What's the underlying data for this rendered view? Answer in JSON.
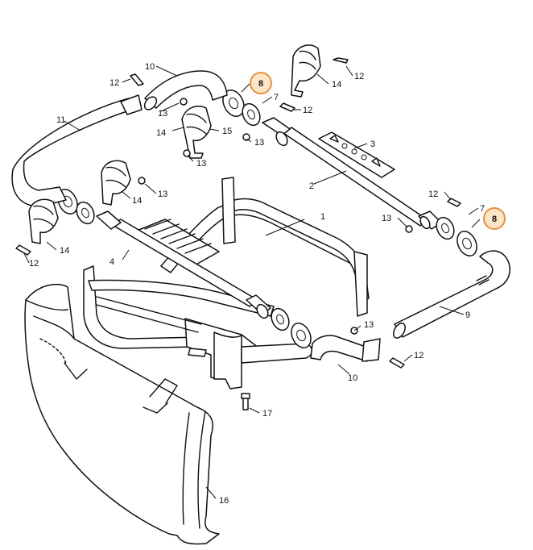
{
  "labels": {
    "l1": "1",
    "l2": "2",
    "l3": "3",
    "l4": "4",
    "l7a": "7",
    "l7b": "7",
    "l8a": "8",
    "l8b": "8",
    "l9": "9",
    "l10a": "10",
    "l10b": "10",
    "l11": "11",
    "l12a": "12",
    "l12b": "12",
    "l12c": "12",
    "l12d": "12",
    "l12e": "12",
    "l12f": "12",
    "l13a": "13",
    "l13b": "13",
    "l13c": "13",
    "l13d": "13",
    "l13e": "13",
    "l13f": "13",
    "l14a": "14",
    "l14b": "14",
    "l14c": "14",
    "l14d": "14",
    "l15": "15",
    "l16": "16",
    "l17": "17"
  },
  "colors": {
    "highlight_fill": "#fde5c8",
    "highlight_stroke": "#e8923a",
    "line": "#111111"
  }
}
